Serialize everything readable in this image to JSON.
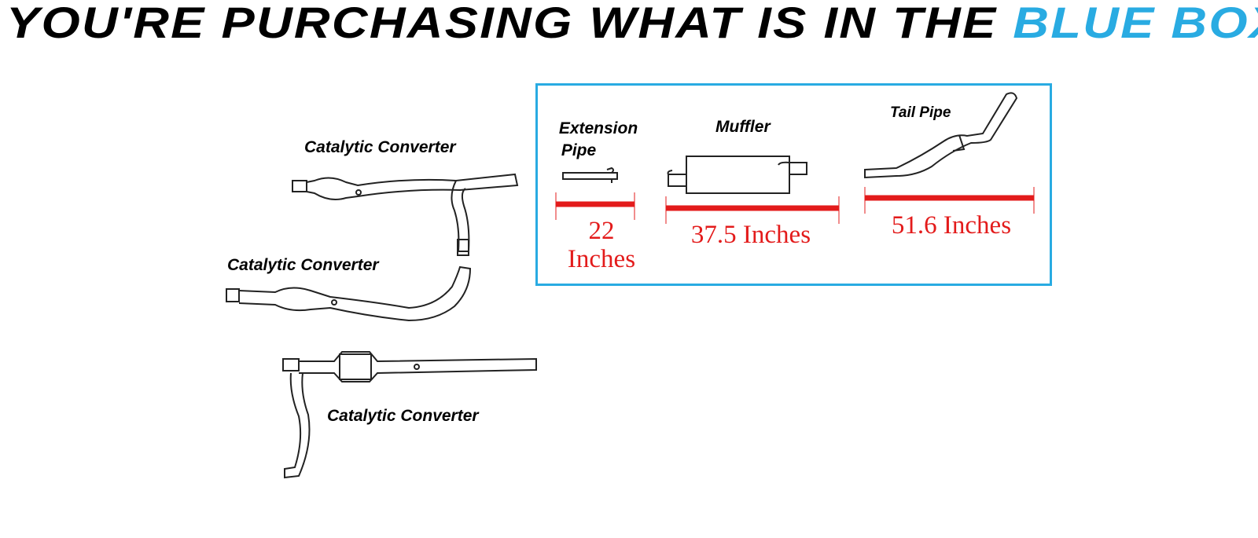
{
  "header": {
    "title_main": "YOU'RE PURCHASING WHAT IS IN THE",
    "title_highlight": "BLUE BOX"
  },
  "colors": {
    "blue": "#29abe2",
    "red": "#e31b1b"
  },
  "left_parts": [
    {
      "label": "Catalytic Converter"
    },
    {
      "label": "Catalytic Converter"
    },
    {
      "label": "Catalytic Converter"
    }
  ],
  "blue_box": {
    "items": [
      {
        "label_line1": "Extension",
        "label_line2": "Pipe",
        "measure_line1": "22",
        "measure_line2": "Inches"
      },
      {
        "label": "Muffler",
        "measure": "37.5 Inches"
      },
      {
        "label": "Tail Pipe",
        "measure": "51.6 Inches"
      }
    ]
  }
}
